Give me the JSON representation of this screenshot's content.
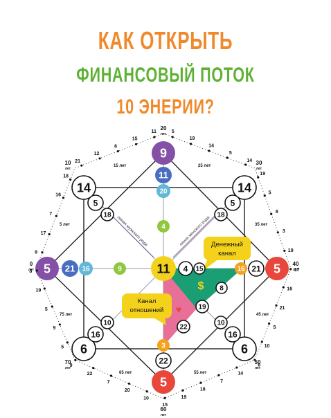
{
  "title": {
    "line1": "КАК ОТКРЫТЬ",
    "line2": "ФИНАНСОВЫЙ ПОТОК",
    "line3": "10 ЭНЕРИИ?",
    "color1": "#f0892a",
    "color2": "#5fb135",
    "color3": "#f0892a"
  },
  "colors": {
    "purple": "#8451a6",
    "blue": "#4a6ebf",
    "teal": "#62b7d6",
    "green": "#8fc73e",
    "yellow": "#f4d21c",
    "orange": "#f5a21b",
    "red": "#e8483b",
    "money": "#1a9e73",
    "love": "#e76f98",
    "lines": "#222222"
  },
  "icons": {
    "money": "dollar-icon",
    "love": "heart-icon"
  },
  "diagram": {
    "top": [
      "9",
      "11",
      "20",
      "4"
    ],
    "left": [
      "5",
      "21",
      "16",
      "9"
    ],
    "center": "11",
    "right": [
      "5",
      "21",
      "16"
    ],
    "bottom": [
      "5",
      "22",
      "3"
    ],
    "corners": {
      "top_left": [
        "14",
        "5",
        "18"
      ],
      "top_right": [
        "14",
        "5",
        "18"
      ],
      "bottom_left": [
        "6",
        "16",
        "10"
      ],
      "bottom_right": [
        "6",
        "16",
        "10"
      ]
    },
    "money_chain": [
      "4",
      "15",
      "8",
      "19"
    ],
    "love_chain": [
      "22"
    ],
    "labels": {
      "money_channel": [
        "Денежный",
        "канал"
      ],
      "relation_channel": [
        "Канал",
        "отношений"
      ],
      "male_line": "линия мужского рода",
      "female_line": "линия женского рода"
    },
    "ages": {
      "top": [
        "20",
        "лет"
      ],
      "right": [
        "40",
        "лет"
      ],
      "bottom": [
        "60",
        "лет"
      ],
      "left": [
        "0",
        "лет"
      ],
      "tr": [
        "30",
        "лет"
      ],
      "br": [
        "50",
        "лет"
      ],
      "bl": [
        "70",
        "лет"
      ],
      "tl": [
        "10",
        "лет"
      ],
      "y5": "5 лет",
      "y15": "15 лет",
      "y25": "25 лет",
      "y35": "35 лет",
      "y45": "45 лет",
      "y55": "55 лет",
      "y65": "65 лет",
      "y75": "75 лет"
    },
    "outer_numbers": [
      "5",
      "19",
      "14",
      "5",
      "14",
      "19",
      "5",
      "8",
      "3",
      "19",
      "17",
      "16",
      "21",
      "5",
      "10",
      "6",
      "14",
      "7",
      "18",
      "19",
      "15",
      "10",
      "20",
      "7",
      "22",
      "9",
      "5",
      "9",
      "5",
      "19",
      "8",
      "9",
      "17",
      "7",
      "16",
      "18",
      "21",
      "12",
      "6",
      "15",
      "11"
    ]
  }
}
